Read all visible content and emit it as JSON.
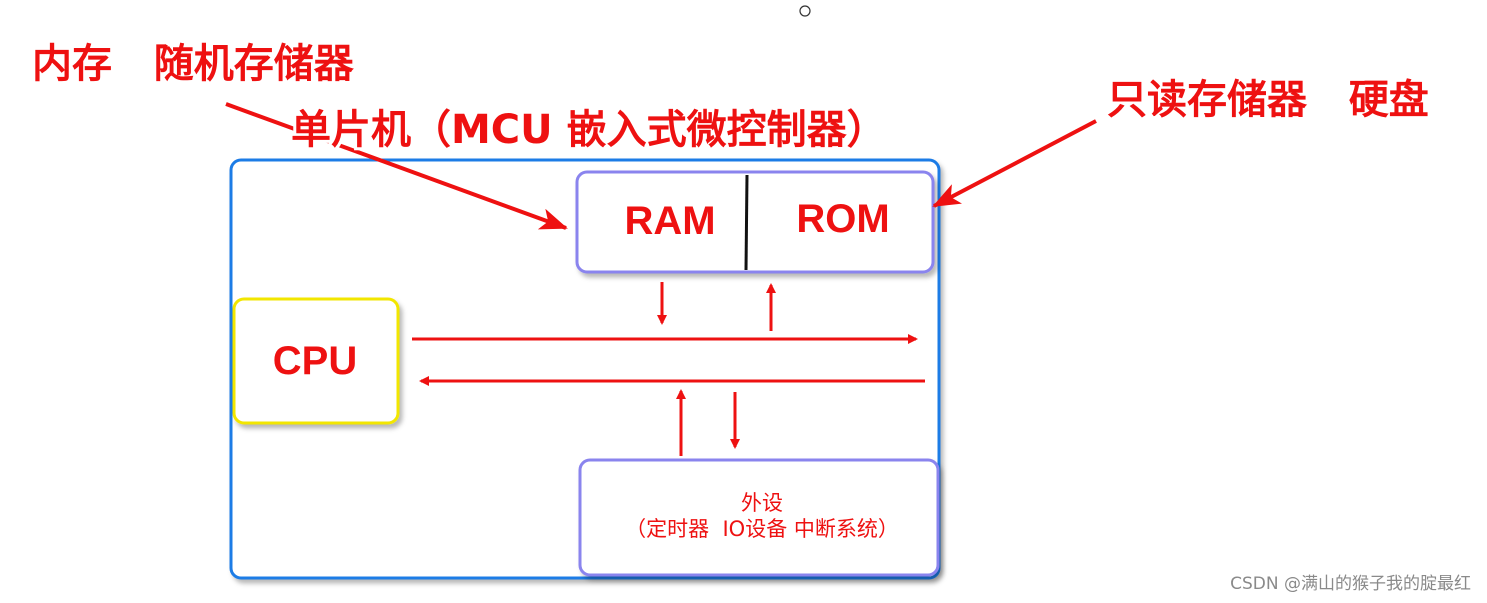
{
  "labels": {
    "ram_annotation": "内存   随机存储器",
    "mcu_title": "单片机（MCU 嵌入式微控制器）",
    "rom_annotation": "只读存储器   硬盘"
  },
  "blocks": {
    "ram": "RAM",
    "rom": "ROM",
    "cpu": "CPU",
    "peripheral_title": "外设",
    "peripheral_detail": "（定时器  IO设备 中断系统）"
  },
  "watermark": "CSDN @满山的猴子我的腚最红",
  "colors": {
    "arrow": "#ee1111",
    "mcu_border": "#1e7be6",
    "memory_border": "#8a84ee",
    "cpu_border": "#f2e600",
    "text": "#ee1111"
  }
}
